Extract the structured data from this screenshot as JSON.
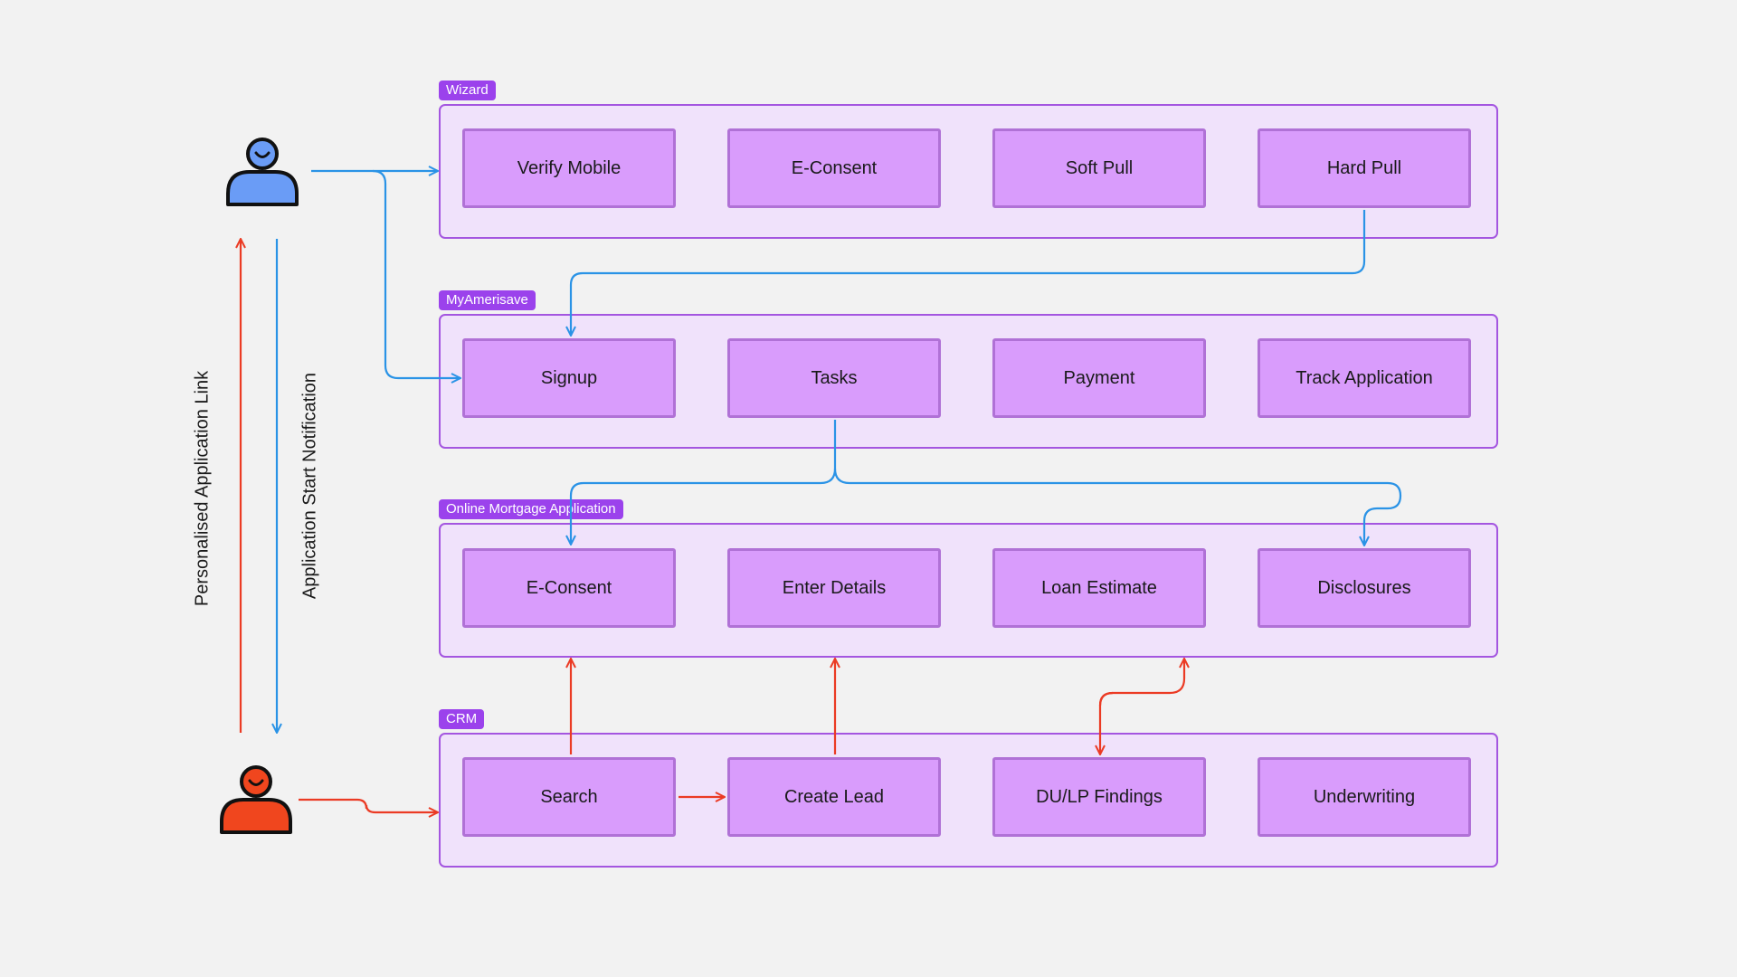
{
  "groups": {
    "wizard": {
      "title": "Wizard",
      "steps": [
        "Verify Mobile",
        "E-Consent",
        "Soft Pull",
        "Hard Pull"
      ]
    },
    "myamerisave": {
      "title": "MyAmerisave",
      "steps": [
        "Signup",
        "Tasks",
        "Payment",
        "Track Application"
      ]
    },
    "online_mortgage": {
      "title": "Online Mortgage Application",
      "steps": [
        "E-Consent",
        "Enter Details",
        "Loan Estimate",
        "Disclosures"
      ]
    },
    "crm": {
      "title": "CRM",
      "steps": [
        "Search",
        "Create Lead",
        "DU/LP Findings",
        "Underwriting"
      ]
    }
  },
  "actors": {
    "customer": {
      "icon": "person-icon",
      "color": "#6a9cf6"
    },
    "loan_officer": {
      "icon": "person-icon",
      "color": "#f0461e"
    }
  },
  "side_labels": {
    "link": "Personalised Application Link",
    "notification": "Application Start Notification"
  },
  "colors": {
    "group_fill": "#f0e2fb",
    "group_border": "#a456e0",
    "tag_fill": "#9b42ec",
    "box_fill": "#d99cfc",
    "box_border": "#b071d6",
    "flow_blue": "#2a93e6",
    "flow_red": "#eb3b24"
  }
}
